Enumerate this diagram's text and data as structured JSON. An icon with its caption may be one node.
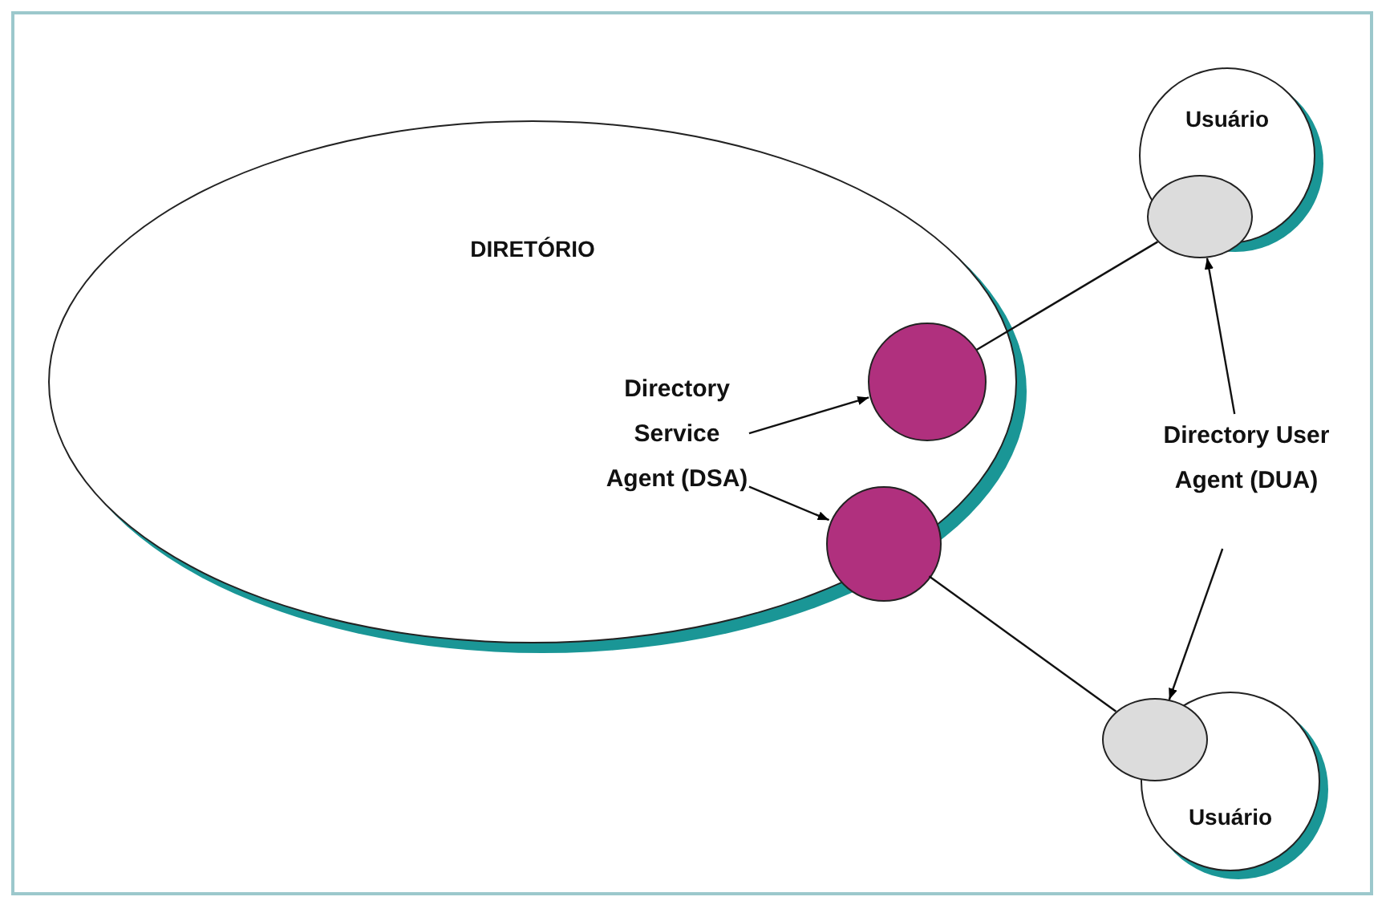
{
  "diagram": {
    "nodes": [
      {
        "text": [
          "DIRETÓRIO"
        ]
      },
      {
        "text": [],
        "shape": "circle",
        "in": 0
      },
      {
        "text": [],
        "shape": "circle",
        "in": 0
      },
      {
        "text": [
          "Directory Service Agent (DSA)"
        ],
        "in": 0
      },
      {
        "text": [
          "Usuário"
        ]
      },
      {
        "text": [],
        "shape": "circle"
      },
      {
        "text": [
          "Directory User Agent (DUA)"
        ]
      },
      {
        "text": [],
        "shape": "circle"
      },
      {
        "text": [
          "Usuário"
        ]
      }
    ],
    "edges": [
      {
        "from": 3,
        "to": 1,
        "arrow": "to"
      },
      {
        "from": 3,
        "to": 2,
        "arrow": "to"
      },
      {
        "from": 1,
        "to": 5,
        "arrow": "none"
      },
      {
        "from": 2,
        "to": 7,
        "arrow": "none"
      },
      {
        "from": 6,
        "to": 5,
        "arrow": "to"
      },
      {
        "from": 6,
        "to": 7,
        "arrow": "to"
      }
    ]
  }
}
